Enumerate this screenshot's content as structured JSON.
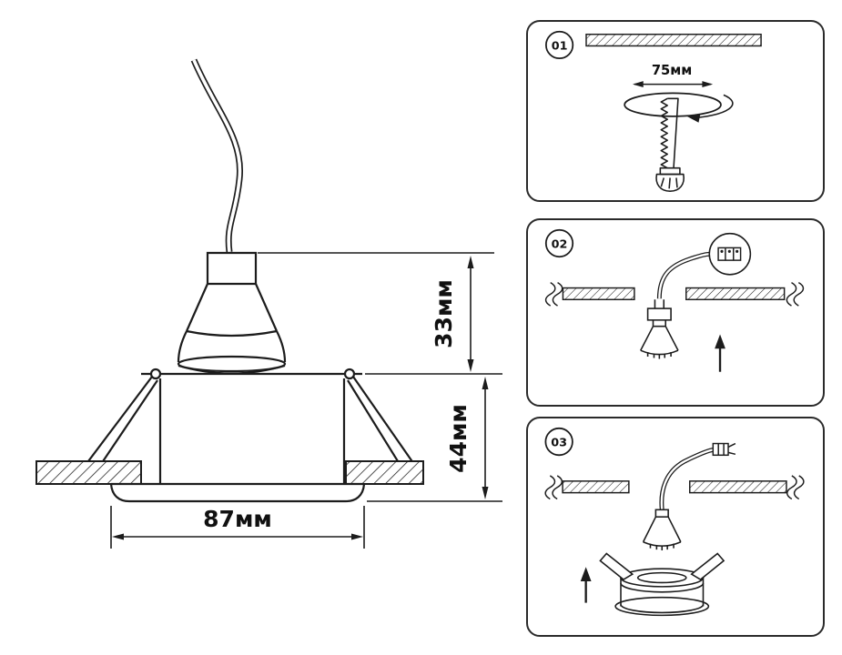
{
  "colors": {
    "line": "#1c1c1c",
    "background": "#ffffff"
  },
  "main_drawing": {
    "dim_lamp_height": "33мм",
    "dim_housing_depth": "44мм",
    "dim_flange_width": "87мм"
  },
  "steps": [
    {
      "number": "01",
      "cutout_diameter": "75мм"
    },
    {
      "number": "02"
    },
    {
      "number": "03"
    }
  ]
}
